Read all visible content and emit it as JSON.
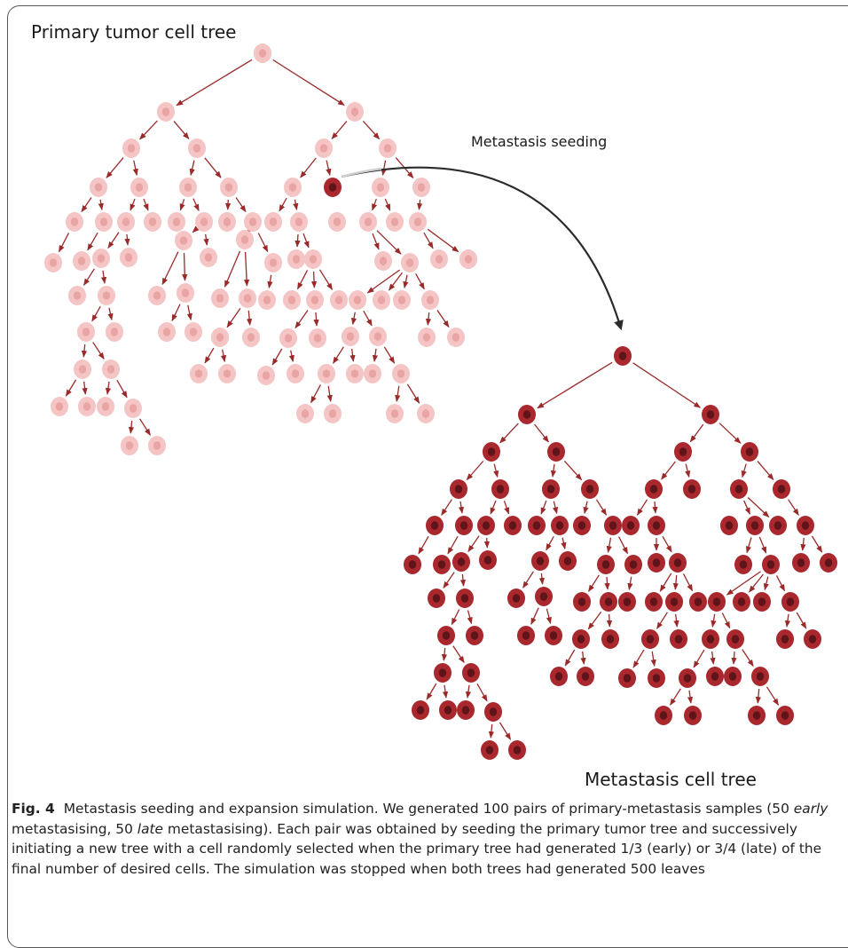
{
  "labels": {
    "primary_tree_title": "Primary tumor cell tree",
    "metastasis_tree_title": "Metastasis cell tree",
    "seeding_label": "Metastasis seeding"
  },
  "caption": {
    "fig_number": "Fig. 4",
    "part1": "Metastasis seeding and expansion simulation. We generated 100 pairs of primary-metastasis samples (50 ",
    "early": "early",
    "part2": " metastasising, 50 ",
    "late": "late",
    "part3": " metastasising). Each pair was obtained by seeding the primary tumor tree and successively initiating a new tree with a cell randomly selected when the primary tree had generated 1/3 (early) or 3/4 (late) of the final number of desired cells. The simulation was stopped when both trees had generated 500 leaves"
  },
  "colors": {
    "primary_cell_fill": "#f5c4c4",
    "primary_cell_nucleus": "#e9a4a4",
    "metastasis_cell_fill": "#a8282e",
    "metastasis_cell_nucleus": "#5e1418",
    "edge": "#9a2a2a",
    "seeding_arrow": "#2b2b2b"
  },
  "icons": {
    "cell": "cell-icon",
    "seeding_arrow": "curved-arrow-icon"
  }
}
